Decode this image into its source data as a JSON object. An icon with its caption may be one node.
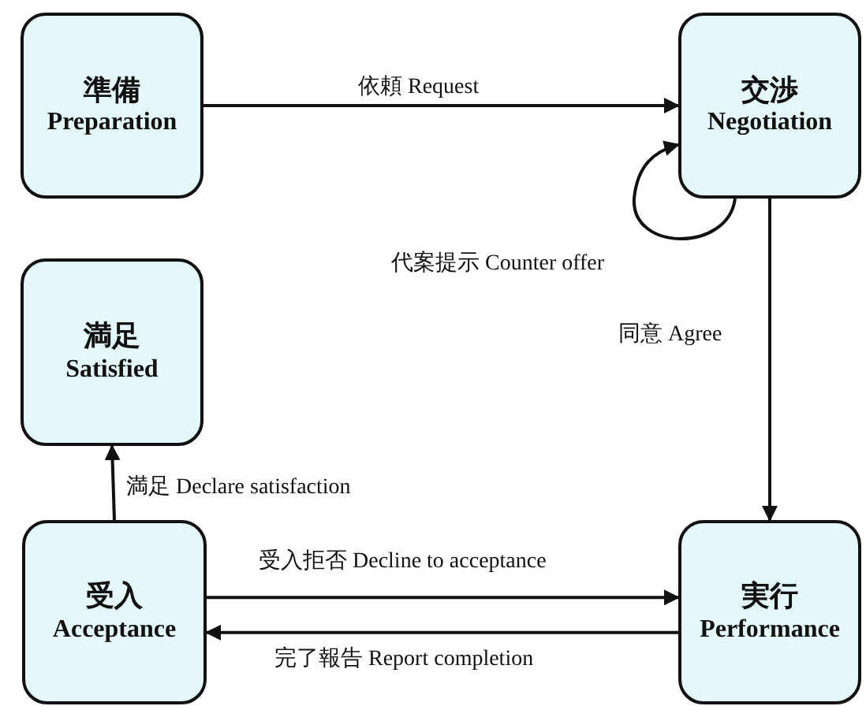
{
  "diagram": {
    "nodes": [
      {
        "text": [
          "準備",
          "Preparation"
        ]
      },
      {
        "text": [
          "交渉",
          "Negotiation"
        ]
      },
      {
        "text": [
          "満足",
          "Satisfied"
        ]
      },
      {
        "text": [
          "受入",
          "Acceptance"
        ]
      },
      {
        "text": [
          "実行",
          "Performance"
        ]
      }
    ],
    "edges": [
      {
        "from": 0,
        "to": 1,
        "arrow": "to",
        "label": "依頼 Request"
      },
      {
        "from": 1,
        "to": 1,
        "arrow": "to",
        "label": "代案提示 Counter offer"
      },
      {
        "from": 1,
        "to": 4,
        "arrow": "to",
        "label": "同意 Agree"
      },
      {
        "from": 3,
        "to": 2,
        "arrow": "to",
        "label": "満足 Declare satisfaction"
      },
      {
        "from": 3,
        "to": 4,
        "arrow": "to",
        "label": "受入拒否 Decline to acceptance"
      },
      {
        "from": 4,
        "to": 3,
        "arrow": "to",
        "label": "完了報告 Report completion"
      }
    ]
  }
}
